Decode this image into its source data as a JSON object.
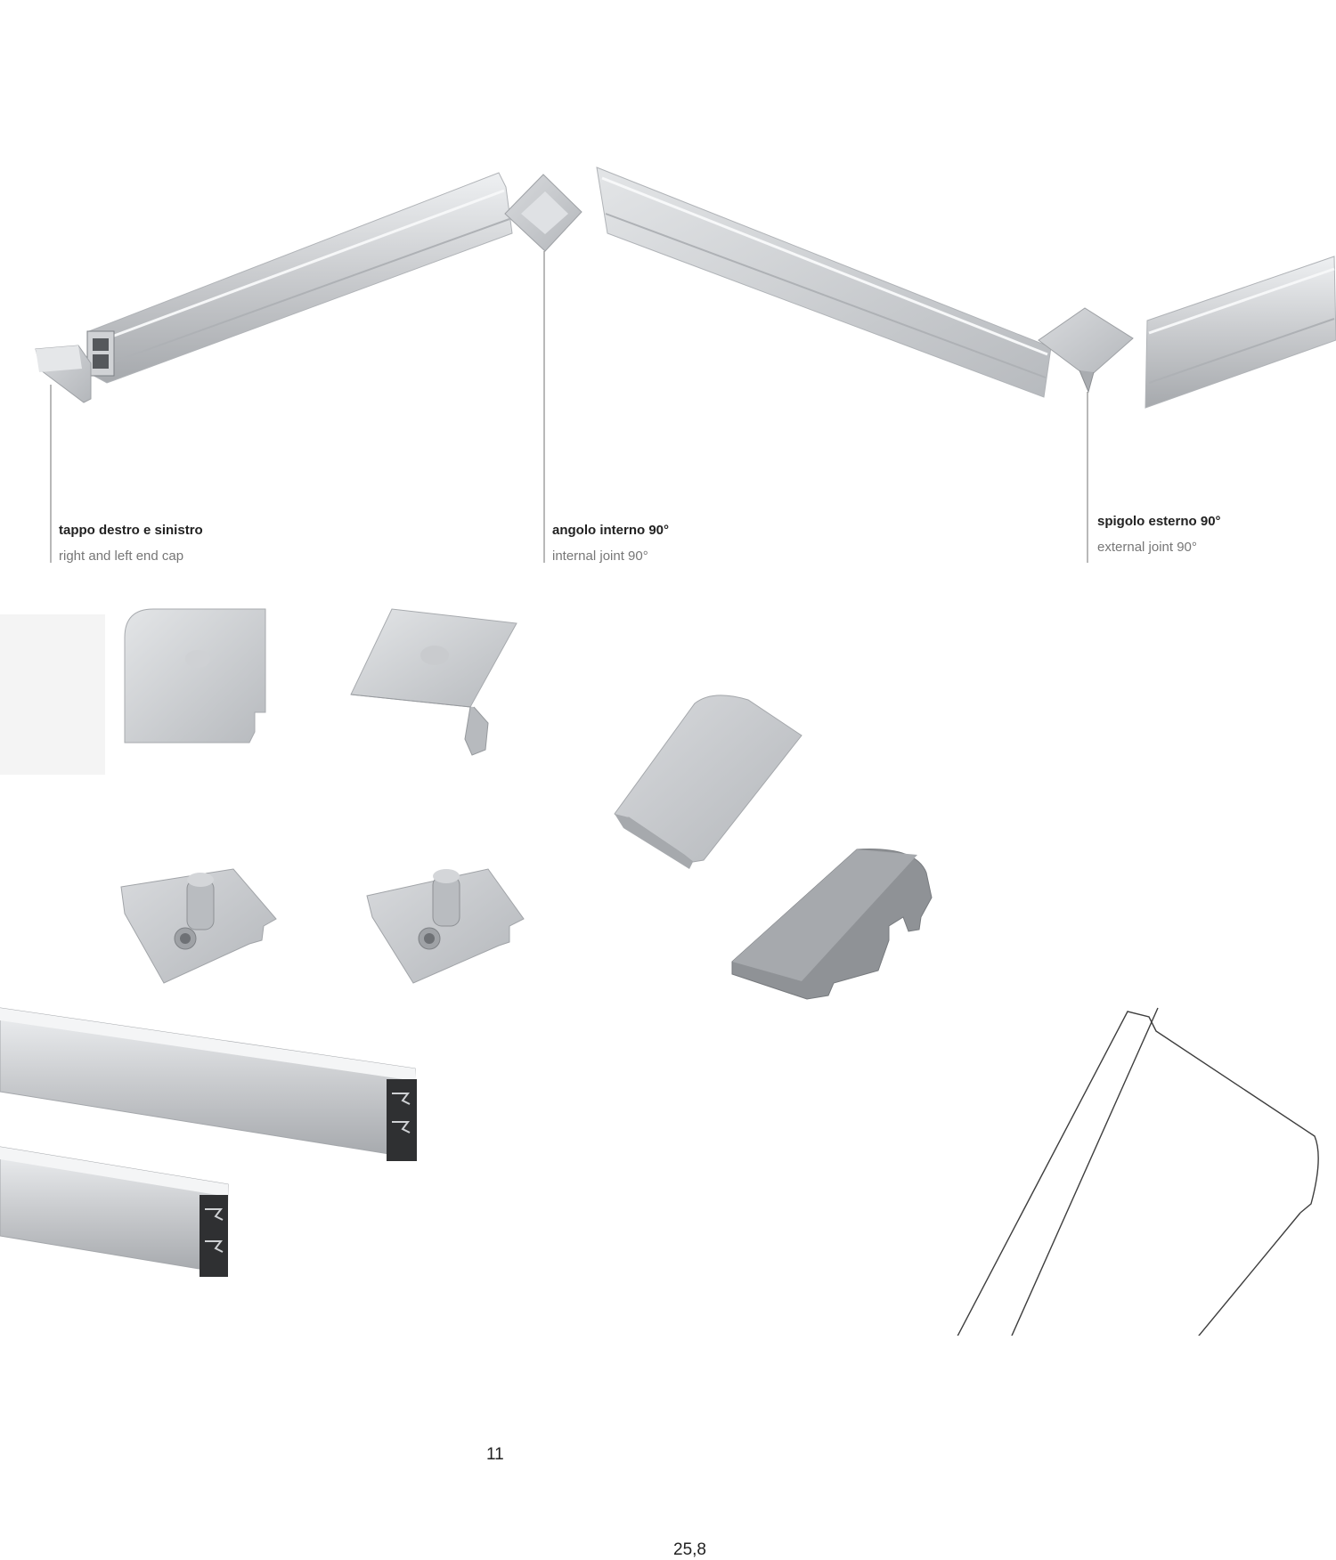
{
  "callouts": {
    "end_cap": {
      "it": "tappo destro e sinistro",
      "en": "right and left end cap"
    },
    "internal_joint": {
      "it": "angolo interno 90°",
      "en": "internal joint 90°"
    },
    "external_joint": {
      "it": "spigolo esterno 90°",
      "en": "external joint 90°"
    }
  },
  "drawing": {
    "height_dim": "11",
    "width_dim": "25,8"
  },
  "colors": {
    "aluminium_light": "#e6e7e9",
    "aluminium_mid": "#c4c6c9",
    "aluminium_dark": "#9ea1a5",
    "anthracite": "#3a3a3c",
    "line": "#444444"
  }
}
